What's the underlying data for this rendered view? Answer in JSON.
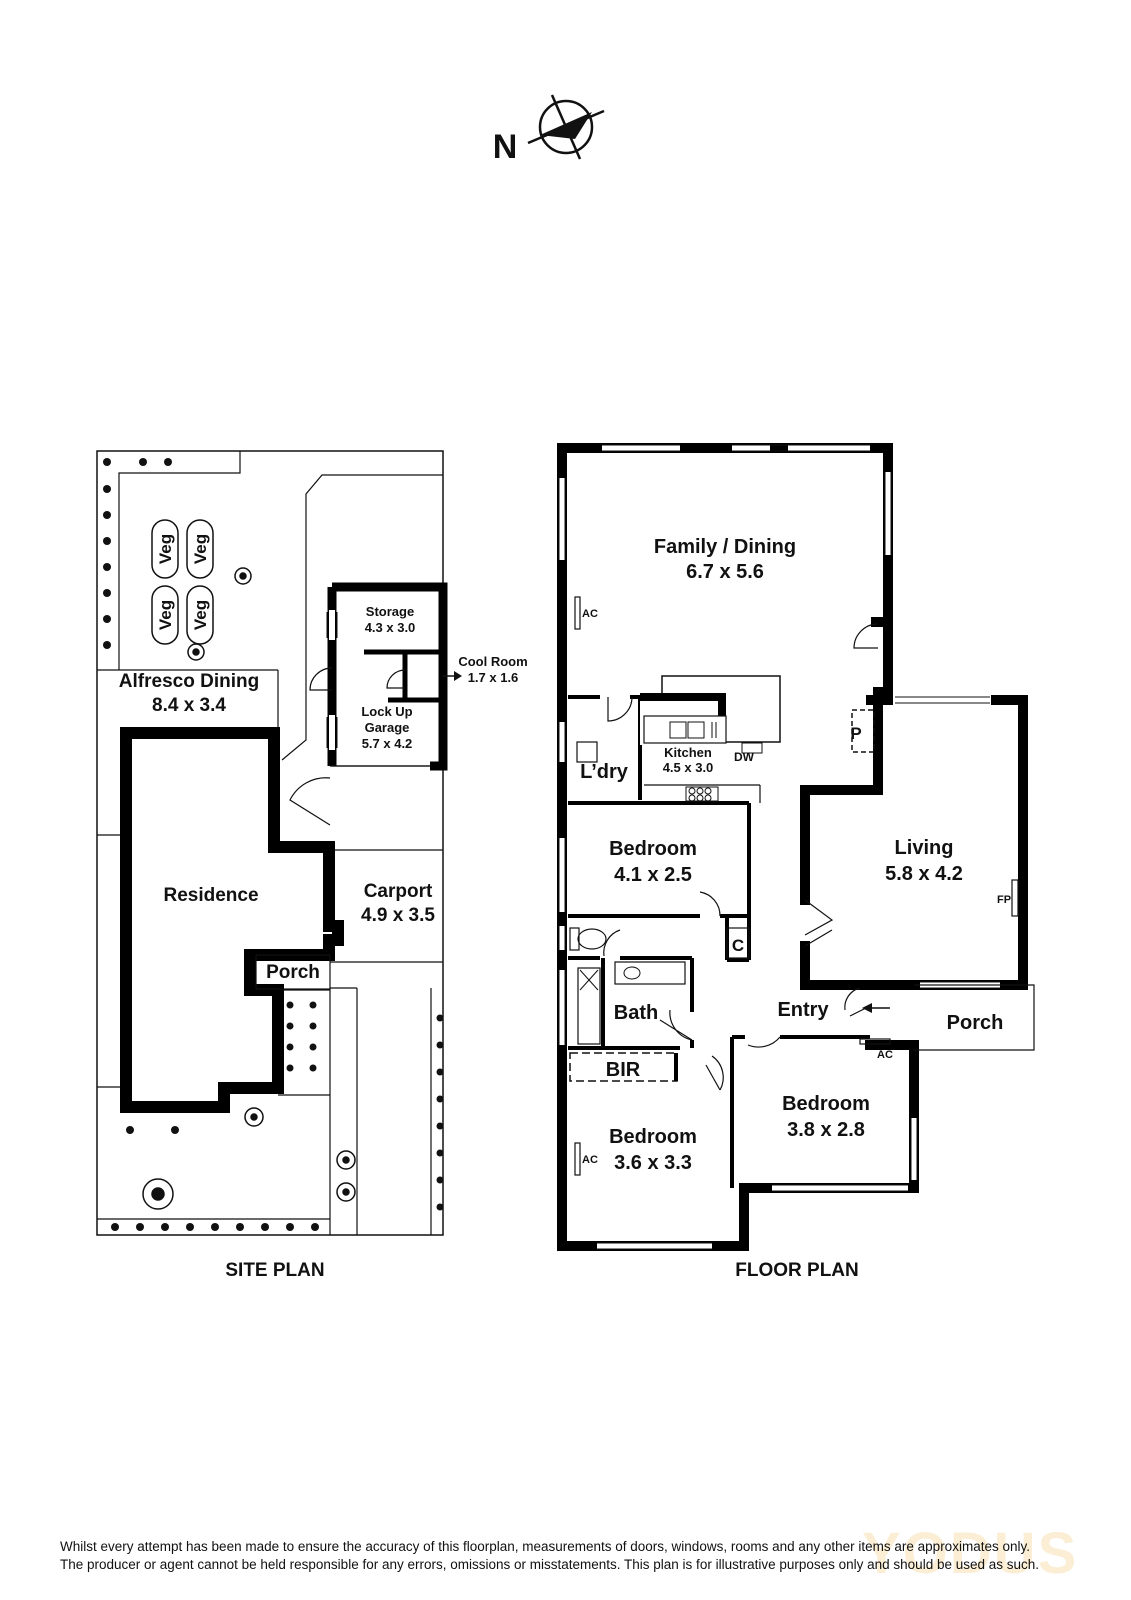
{
  "compass": {
    "letter": "N"
  },
  "site_plan": {
    "title": "SITE PLAN",
    "veg_label": "Veg",
    "alfresco": {
      "name": "Alfresco Dining",
      "size": "8.4 x 3.4"
    },
    "residence": {
      "name": "Residence"
    },
    "porch": {
      "name": "Porch"
    },
    "storage": {
      "name": "Storage",
      "size": "4.3 x 3.0"
    },
    "garage": {
      "name_line1": "Lock Up",
      "name_line2": "Garage",
      "size": "5.7 x 4.2"
    },
    "cool_room": {
      "name": "Cool Room",
      "size": "1.7 x 1.6"
    },
    "carport": {
      "name": "Carport",
      "size": "4.9 x 3.5"
    }
  },
  "floor_plan": {
    "title": "FLOOR PLAN",
    "family_dining": {
      "name": "Family / Dining",
      "size": "6.7 x 5.6"
    },
    "kitchen": {
      "name": "Kitchen",
      "size": "4.5 x 3.0"
    },
    "laundry": {
      "name": "L’dry"
    },
    "living": {
      "name": "Living",
      "size": "5.8 x 4.2"
    },
    "bedroom1": {
      "name": "Bedroom",
      "size": "4.1 x 2.5"
    },
    "bedroom2": {
      "name": "Bedroom",
      "size": "3.6 x 3.3"
    },
    "bedroom3": {
      "name": "Bedroom",
      "size": "3.8 x 2.8"
    },
    "bath": {
      "name": "Bath"
    },
    "bir": {
      "name": "BIR"
    },
    "entry": {
      "name": "Entry"
    },
    "porch": {
      "name": "Porch"
    },
    "pantry": "P",
    "cupboard": "C",
    "dishwasher": "DW",
    "fireplace": "FP",
    "ac_label": "AC"
  },
  "disclaimer": {
    "line1": "Whilst every attempt has been made to ensure the accuracy of this floorplan, measurements of doors, windows, rooms and any other items are approximates only.",
    "line2": "The producer or agent cannot be held responsible for any errors, omissions or misstatements. This plan is for illustrative purposes only and should be used as such."
  },
  "watermark": "YODUS",
  "colors": {
    "wall": "#000000",
    "line": "#111111",
    "background": "#ffffff",
    "watermark": "#f2c66d"
  }
}
